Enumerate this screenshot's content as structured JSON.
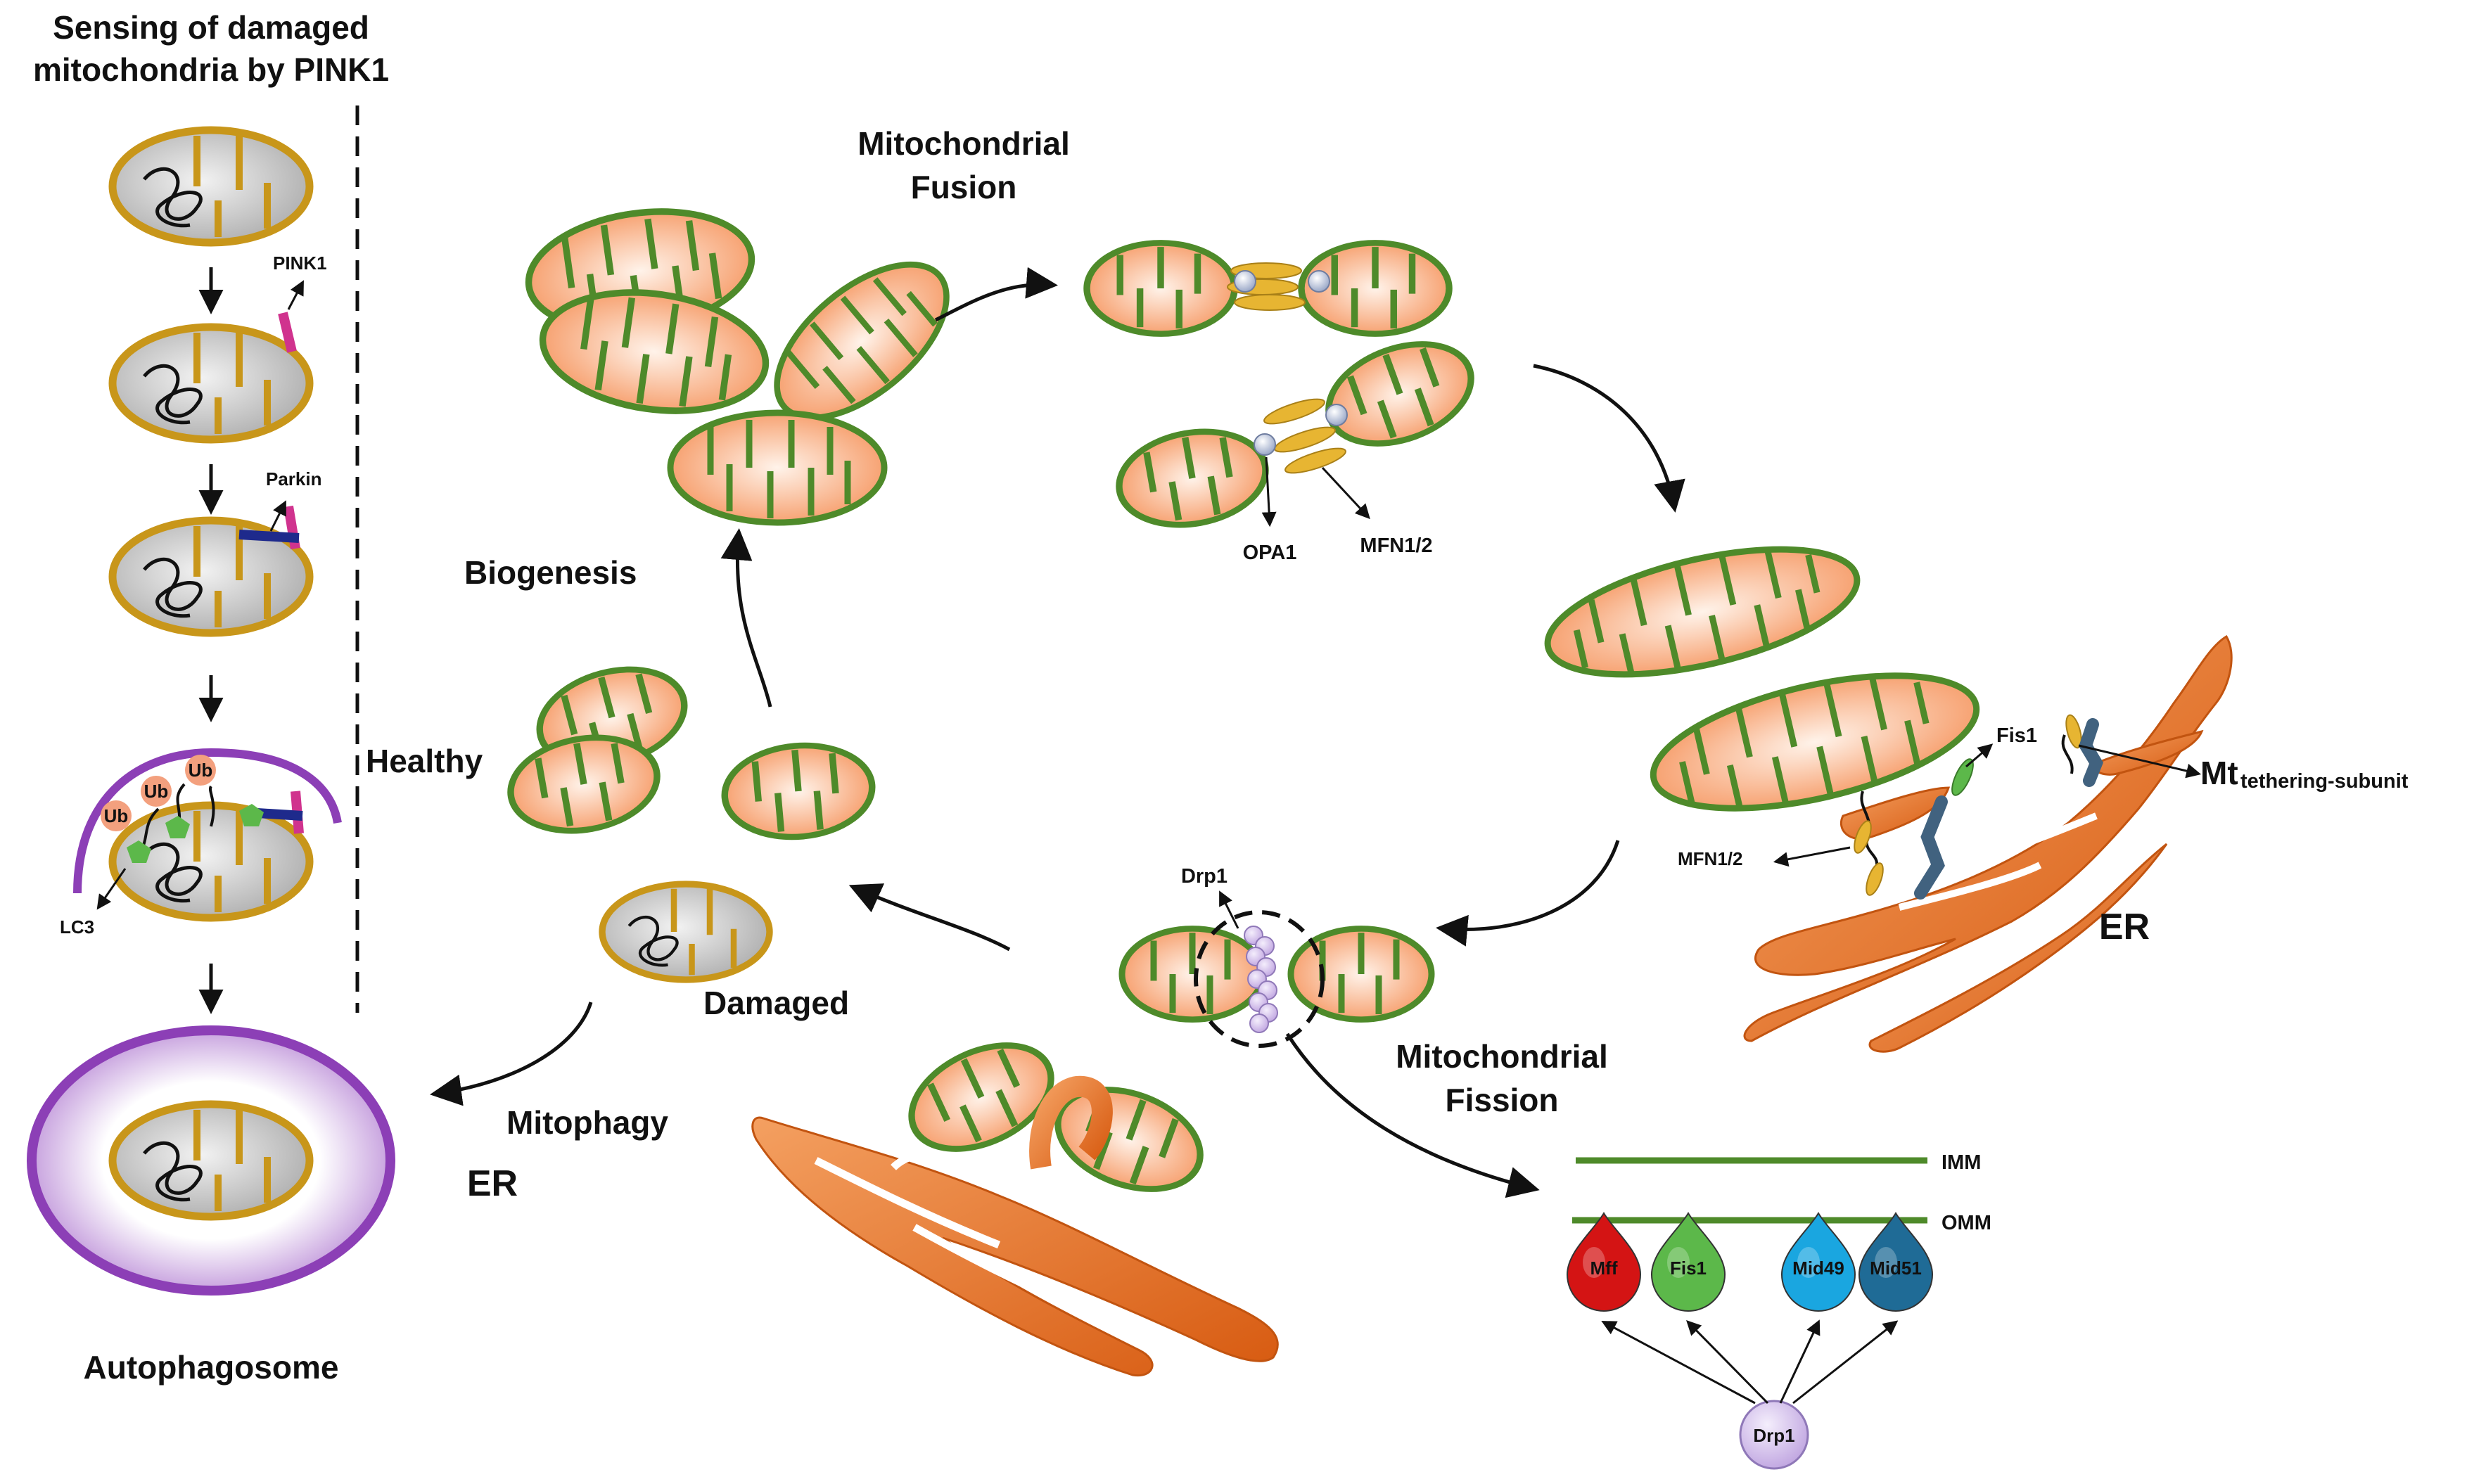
{
  "left_panel": {
    "title_line1": "Sensing of damaged",
    "title_line2": "mitochondria by PINK1",
    "pink1_label": "PINK1",
    "parkin_label": "Parkin",
    "ub_label": "Ub",
    "lc3_label": "LC3",
    "autophagosome_label": "Autophagosome"
  },
  "cycle": {
    "fusion_line1": "Mitochondrial",
    "fusion_line2": "Fusion",
    "biogenesis": "Biogenesis",
    "healthy": "Healthy",
    "damaged": "Damaged",
    "mitophagy": "Mitophagy",
    "er_left": "ER",
    "opa1": "OPA1",
    "mfn_top": "MFN1/2",
    "fis1_top": "Fis1",
    "mt_label": "Mt",
    "tethering_label": "tethering-subunit",
    "mfn_er": "MFN1/2",
    "er_right": "ER",
    "drp1_top": "Drp1",
    "fission_line1": "Mitochondrial",
    "fission_line2": "Fission"
  },
  "membranes": {
    "imm": "IMM",
    "omm": "OMM",
    "adaptors": [
      "Mff",
      "Fis1",
      "Mid49",
      "Mid51"
    ],
    "adaptor_colors": [
      "#d41414",
      "#5cb84a",
      "#1aa6e0",
      "#1f6b96"
    ],
    "drp1": "Drp1"
  },
  "colors": {
    "healthy_fill": "#f59a66",
    "healthy_outline": "#4e8a2a",
    "damaged_fill": "#c8c8c8",
    "damaged_outline": "#c8961a",
    "autophagosome": "#8c3fb6",
    "er": "#e06a1a",
    "pink1": "#d0338e",
    "parkin": "#1e2a8c"
  }
}
